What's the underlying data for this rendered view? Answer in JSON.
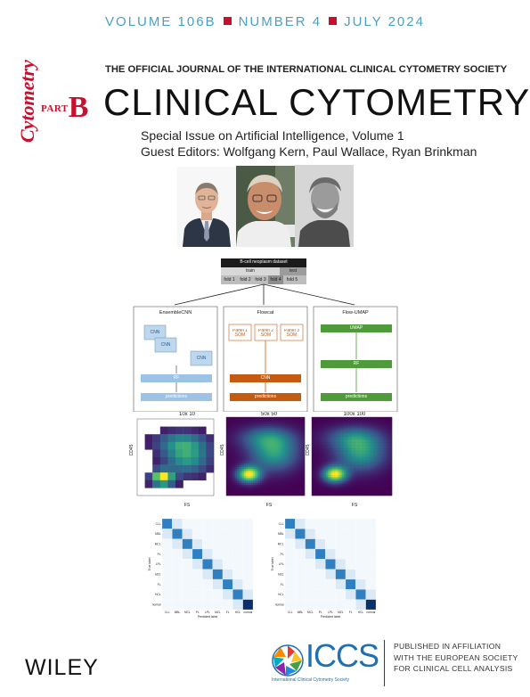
{
  "header": {
    "volume": "VOLUME 106B",
    "number": "NUMBER 4",
    "date": "JULY 2024"
  },
  "logo": {
    "word": "Cytometry",
    "part": "PART",
    "letter": "B"
  },
  "journal": {
    "subtitle": "THE OFFICIAL JOURNAL OF THE INTERNATIONAL CLINICAL CYTOMETRY SOCIETY",
    "title": "CLINICAL CYTOMETRY"
  },
  "issue": {
    "special": "Special Issue on Artificial Intelligence, Volume 1",
    "editors": "Guest Editors: Wolfgang Kern, Paul Wallace, Ryan Brinkman"
  },
  "diagram": {
    "dataset_label": "B-cell neoplasm dataset",
    "split_train": "train",
    "split_test": "test",
    "folds": [
      "fold 1",
      "fold 2",
      "fold 3",
      "fold 4",
      "fold 5"
    ],
    "methods": [
      {
        "name": "EnsembleCNN",
        "steps": [
          "CNN",
          "CNN",
          "CNN",
          "RF",
          "predictions"
        ]
      },
      {
        "name": "Flowcat",
        "steps": [
          "Panel 1 SOM",
          "Panel 2 SOM",
          "Panel 3 SOM",
          "CNN",
          "predictions"
        ]
      },
      {
        "name": "Flow-UMAP",
        "steps": [
          "UMAP",
          "RF",
          "predictions"
        ]
      }
    ],
    "heatmap_titles": [
      "10x 10",
      "50x 50",
      "100x 100"
    ],
    "heatmap_ylabel": "CD45",
    "heatmap_xlabel": "FS"
  },
  "matrices": {
    "labels": [
      "CLL",
      "MBL",
      "MCL",
      "PL",
      "LPL",
      "MZL",
      "FL",
      "HCL",
      "normal"
    ],
    "xlabel": "Predicted label",
    "ylabel": "True label"
  },
  "footer": {
    "publisher": "WILEY",
    "iccs": "ICCS",
    "iccs_sub": "International Clinical Cytometry Society",
    "affiliation": [
      "PUBLISHED IN AFFILIATION",
      "WITH THE EUROPEAN SOCIETY",
      "FOR CLINICAL CELL ANALYSIS"
    ]
  },
  "colors": {
    "accent_red": "#c8102e",
    "header_blue": "#4aa0c4",
    "iccs_blue": "#1e6fb3"
  }
}
